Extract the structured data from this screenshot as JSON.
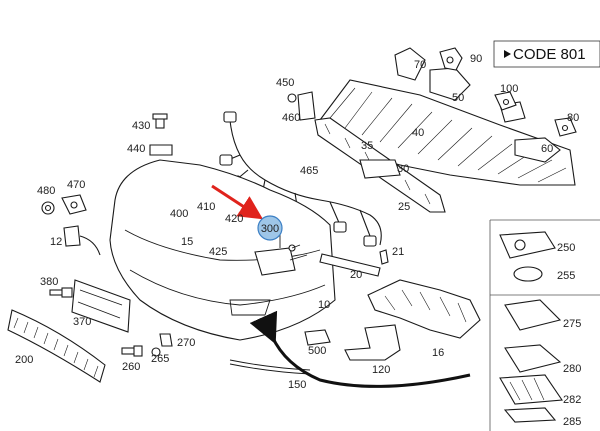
{
  "code_box": {
    "label": "CODE 801"
  },
  "highlight": {
    "number": "300",
    "fill": "#9ec6e8",
    "stroke": "#3b7fc4"
  },
  "arrow_color": "#e0231c",
  "callouts": [
    "90",
    "70",
    "50",
    "100",
    "80",
    "40",
    "60",
    "30",
    "35",
    "25",
    "450",
    "460",
    "430",
    "440",
    "465",
    "480",
    "470",
    "400",
    "410",
    "420",
    "12",
    "15",
    "425",
    "21",
    "20",
    "380",
    "370",
    "10",
    "200",
    "260",
    "265",
    "270",
    "500",
    "120",
    "16",
    "150",
    "250",
    "255",
    "275",
    "280",
    "282",
    "285"
  ]
}
